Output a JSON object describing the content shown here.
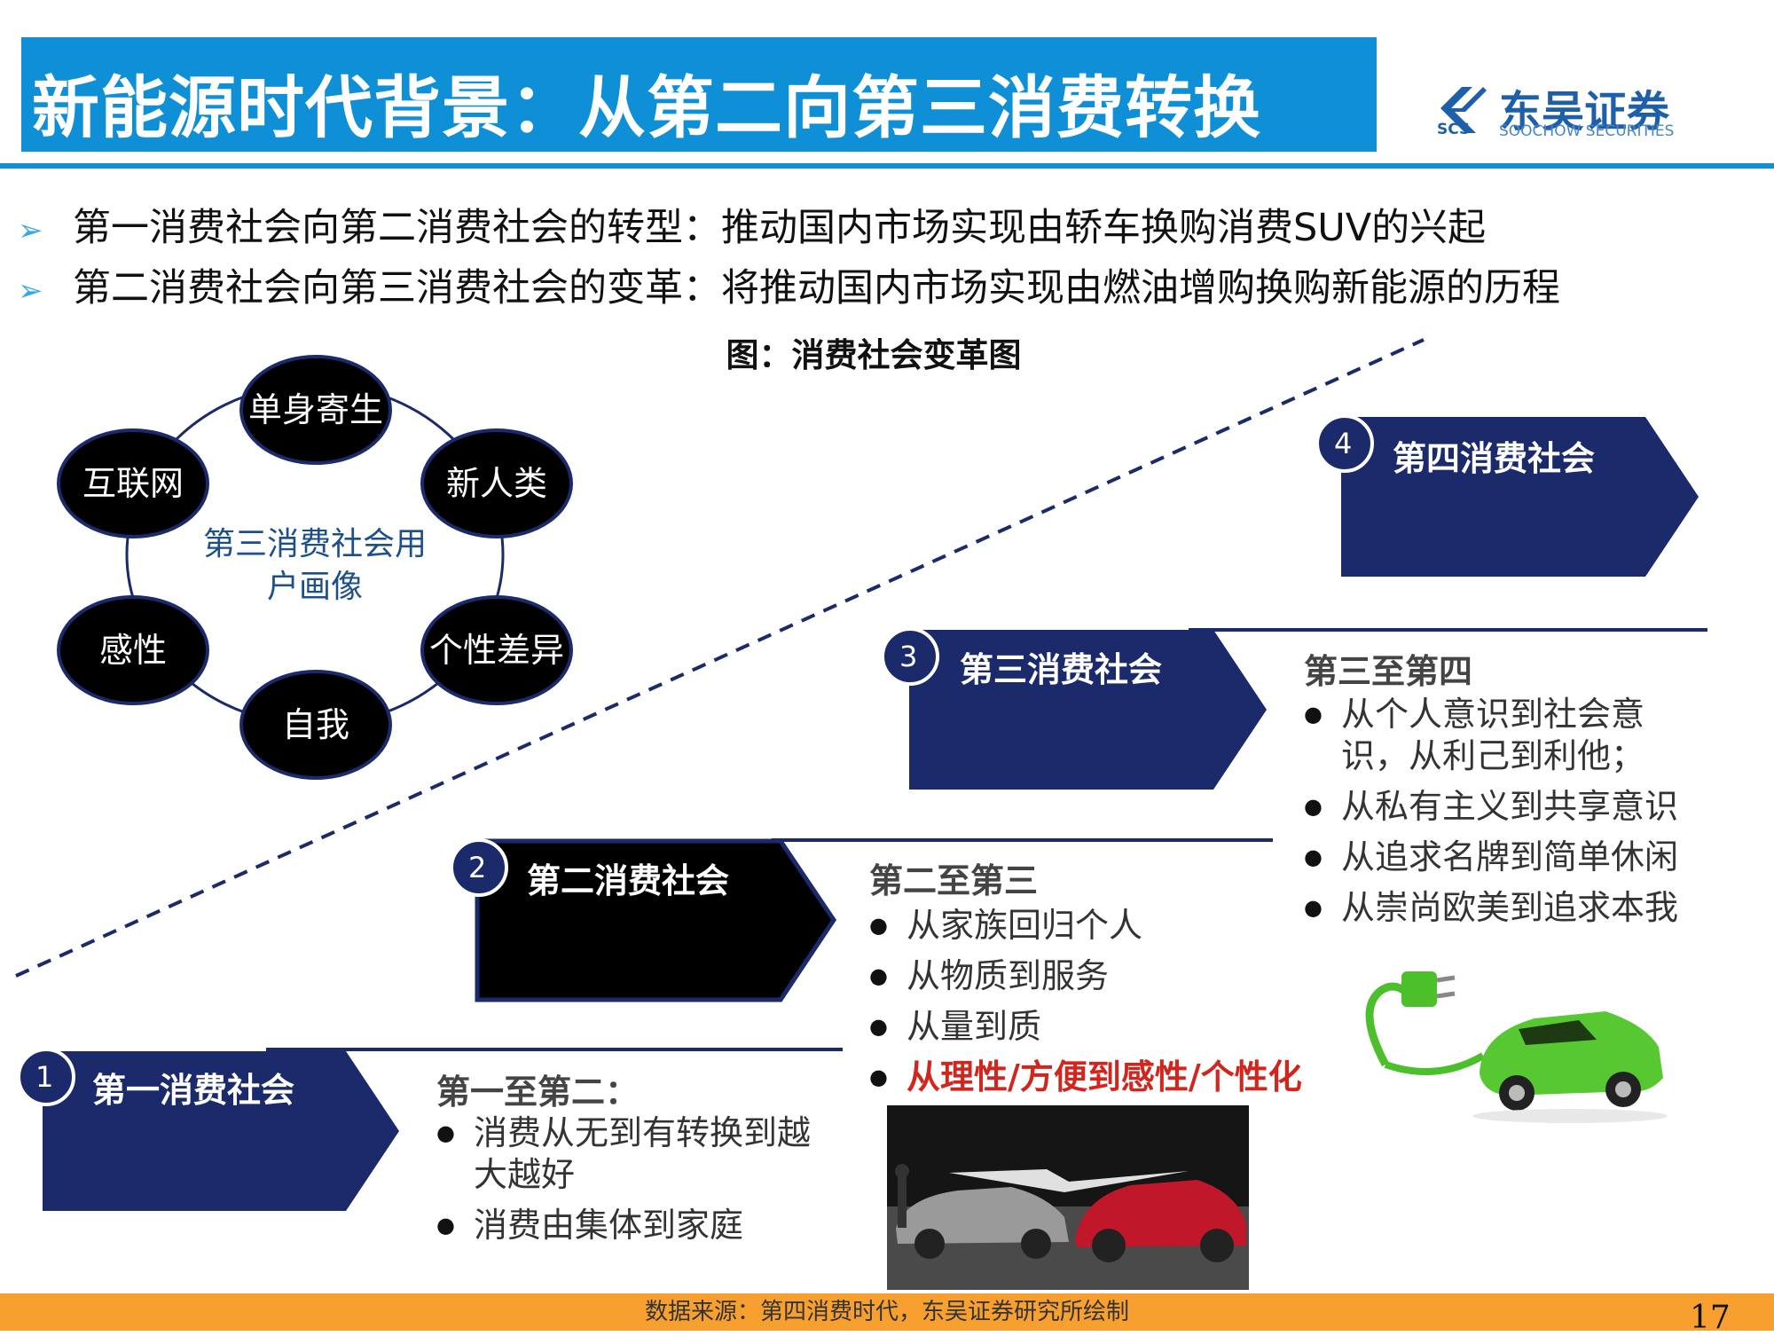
{
  "header": {
    "title": "新能源时代背景：从第二向第三消费转换",
    "logo_cn": "东吴证券",
    "logo_en": "SOOCHOW SECURITIES",
    "logo_abbr": "SCS"
  },
  "bullets": [
    "第一消费社会向第二消费社会的转型：推动国内市场实现由轿车换购消费SUV的兴起",
    "第二消费社会向第三消费社会的变革：将推动国内市场实现由燃油增购换购新能源的历程"
  ],
  "figure_title": "图：消费社会变革图",
  "persona": {
    "center": "第三消费社会用户画像",
    "center_line1": "第三消费社会用",
    "center_line2": "户画像",
    "nodes": [
      "单身寄生",
      "新人类",
      "个性差异",
      "自我",
      "感性",
      "互联网"
    ]
  },
  "stages": [
    {
      "num": "1",
      "label": "第一消费社会"
    },
    {
      "num": "2",
      "label": "第二消费社会"
    },
    {
      "num": "3",
      "label": "第三消费社会"
    },
    {
      "num": "4",
      "label": "第四消费社会"
    }
  ],
  "transitions": {
    "t12": {
      "heading": "第一至第二：",
      "items": [
        "消费从无到有转换到越大越好",
        "消费由集体到家庭"
      ]
    },
    "t23": {
      "heading": "第二至第三",
      "items": [
        "从家族回归个人",
        "从物质到服务",
        "从量到质",
        "从理性/方便到感性/个性化"
      ]
    },
    "t34": {
      "heading": "第三至第四",
      "items": [
        "从个人意识到社会意识，从利己到利他；",
        "从私有主义到共享意识",
        "从追求名牌到简单休闲",
        "从崇尚欧美到追求本我"
      ]
    }
  },
  "colors": {
    "title_bar": "#0e8fd6",
    "stage_navy": "#1b2a6b",
    "stage_black": "#000000",
    "highlight": "#d1251d",
    "footer": "#f7a030",
    "ev_car": "#58c832"
  },
  "footer": {
    "source": "数据来源：第四消费时代，东吴证券研究所绘制",
    "page": "17"
  }
}
